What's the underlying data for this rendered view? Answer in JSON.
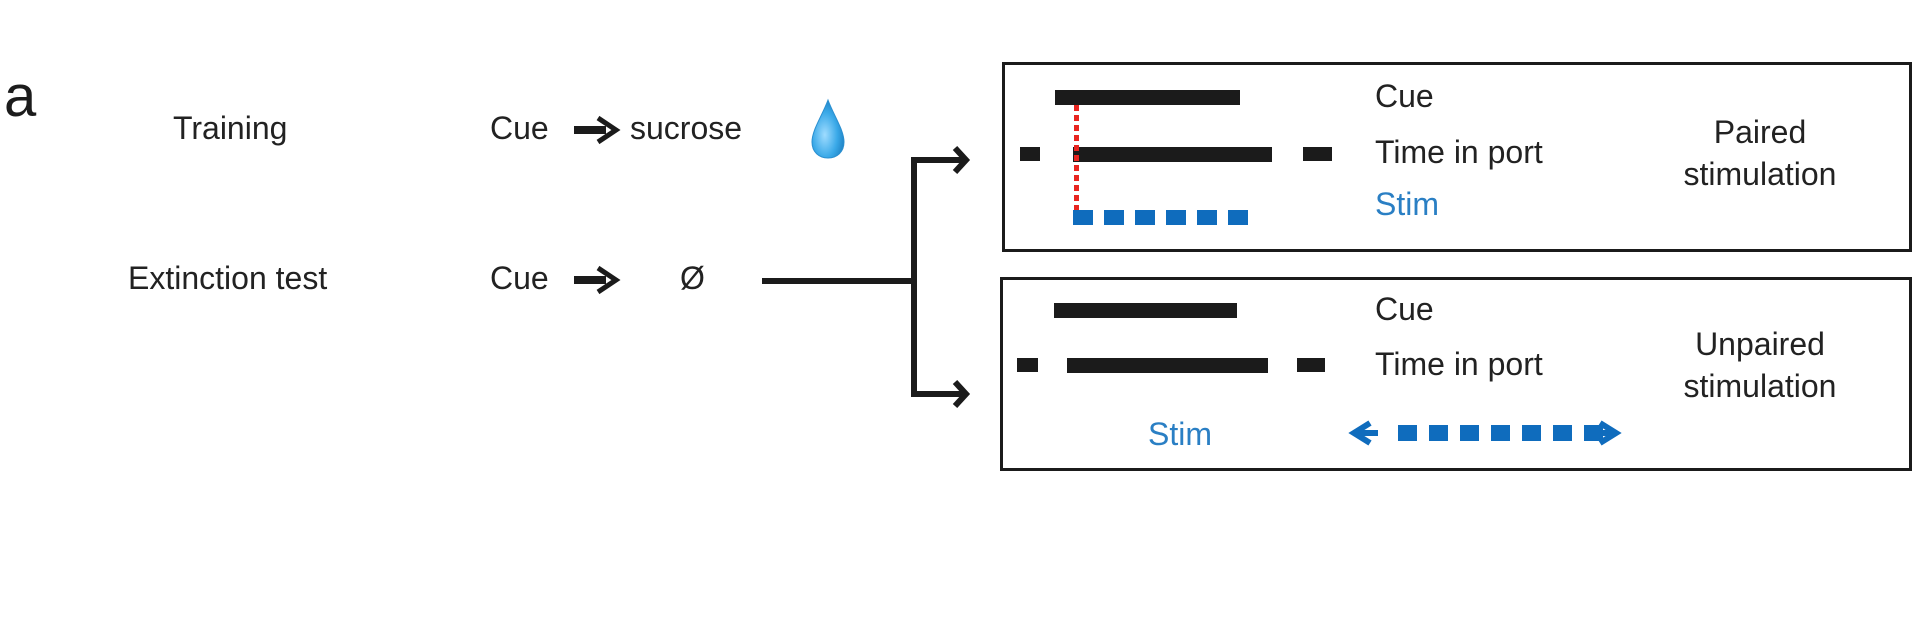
{
  "panel_label": "a",
  "phases": [
    {
      "name": "Training",
      "cue": "Cue",
      "outcome": "sucrose",
      "outcome_icon": "water-drop-icon"
    },
    {
      "name": "Extinction test",
      "cue": "Cue",
      "outcome": "Ø"
    }
  ],
  "conditions": [
    {
      "id": "paired",
      "title_line1": "Paired",
      "title_line2": "stimulation",
      "rows": {
        "cue": "Cue",
        "time_in_port": "Time in port",
        "stim": "Stim"
      },
      "stim_pulses": 6,
      "stim_timing": "aligned to port entry during cue"
    },
    {
      "id": "unpaired",
      "title_line1": "Unpaired",
      "title_line2": "stimulation",
      "rows": {
        "cue": "Cue",
        "time_in_port": "Time in port",
        "stim": "Stim"
      },
      "stim_pulses": 7,
      "stim_timing": "variable (double-headed arrow)"
    }
  ],
  "colors": {
    "stim_blue": "#0f6cbd",
    "stim_text_blue": "#2a7fc4",
    "alignment_red": "#e8241f",
    "bar_black": "#1b1b1b",
    "drop_blue": "#3aa9e8"
  }
}
